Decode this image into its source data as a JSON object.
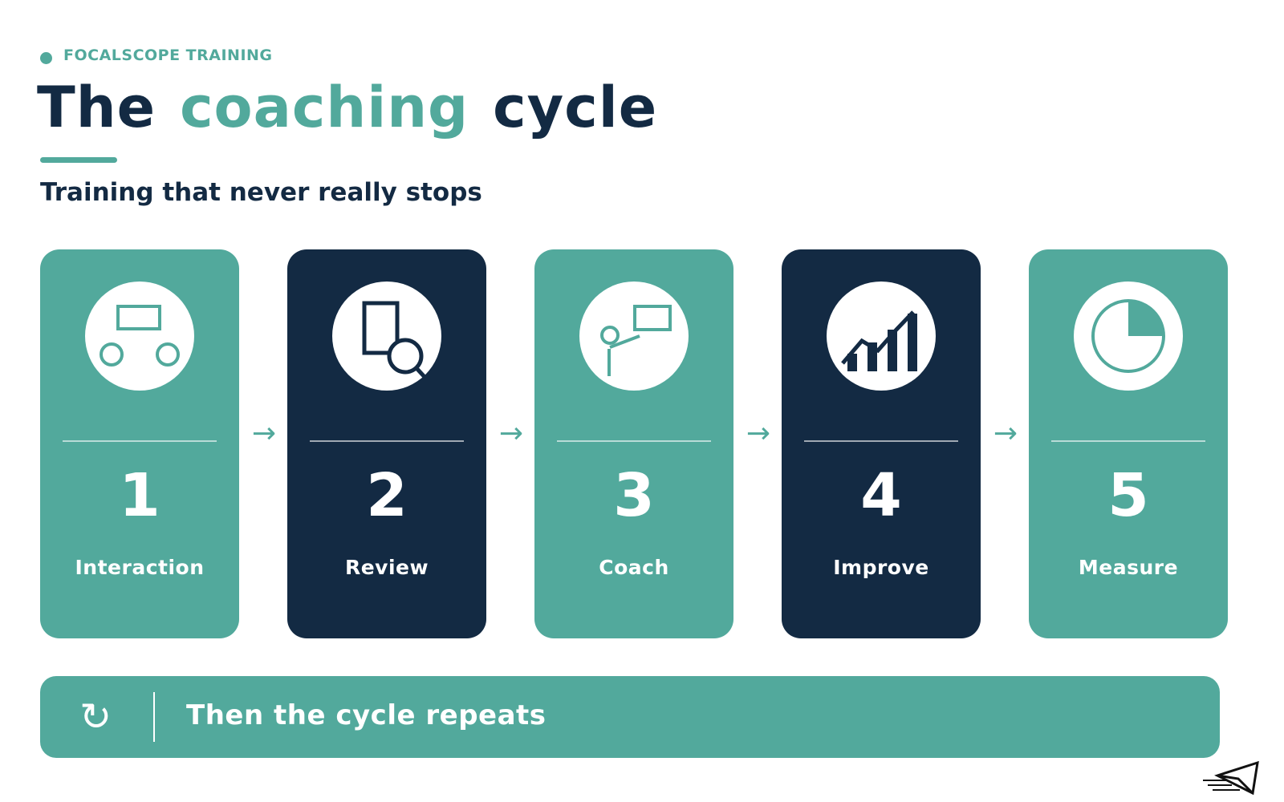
{
  "header": {
    "eyebrow": "FOCALSCOPE TRAINING",
    "title_part1": "The",
    "title_accent": "coaching",
    "title_part2": "cycle",
    "subtitle": "Training that never really stops"
  },
  "steps": [
    {
      "number": "1",
      "label": "Interaction",
      "icon": "interaction-icon",
      "theme": "teal"
    },
    {
      "number": "2",
      "label": "Review",
      "icon": "review-icon",
      "theme": "navy"
    },
    {
      "number": "3",
      "label": "Coach",
      "icon": "coach-icon",
      "theme": "teal"
    },
    {
      "number": "4",
      "label": "Improve",
      "icon": "improve-icon",
      "theme": "navy"
    },
    {
      "number": "5",
      "label": "Measure",
      "icon": "measure-icon",
      "theme": "teal"
    }
  ],
  "arrow_glyph": "→",
  "footer": {
    "repeat_icon": "↻",
    "text": "Then the cycle repeats"
  },
  "colors": {
    "teal": "#52a99c",
    "navy": "#132a43",
    "white": "#ffffff"
  }
}
